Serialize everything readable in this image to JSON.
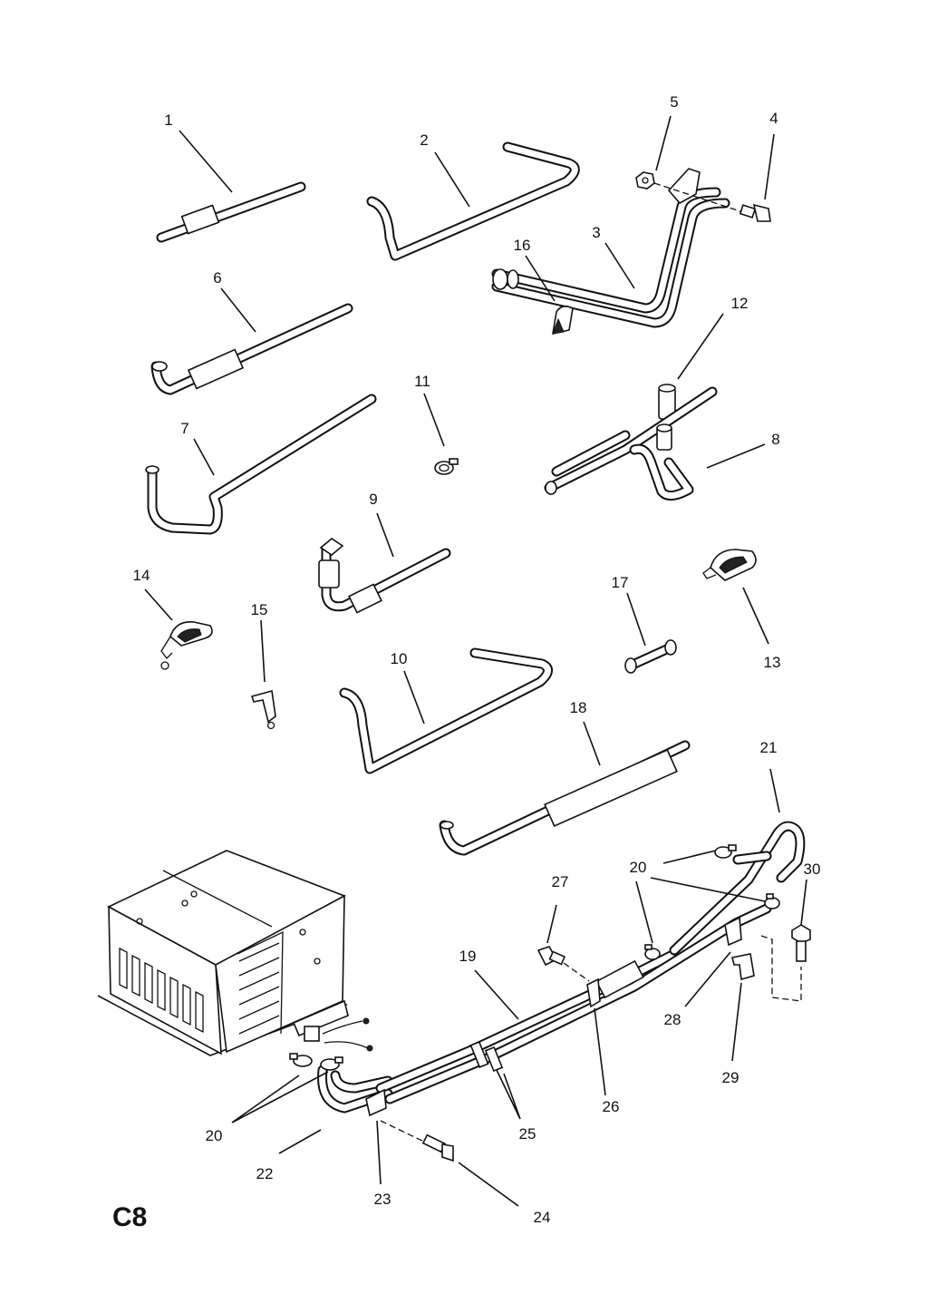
{
  "diagram": {
    "section_code": "C8",
    "callouts": {
      "c1": "1",
      "c2": "2",
      "c3": "3",
      "c4": "4",
      "c5": "5",
      "c6": "6",
      "c7": "7",
      "c8": "8",
      "c9": "9",
      "c10": "10",
      "c11": "11",
      "c12": "12",
      "c13": "13",
      "c14": "14",
      "c15": "15",
      "c16": "16",
      "c17": "17",
      "c18": "18",
      "c19": "19",
      "c20a": "20",
      "c20b": "20",
      "c21": "21",
      "c22": "22",
      "c23": "23",
      "c24": "24",
      "c25": "25",
      "c26": "26",
      "c27": "27",
      "c28": "28",
      "c29": "29",
      "c30": "30"
    }
  }
}
